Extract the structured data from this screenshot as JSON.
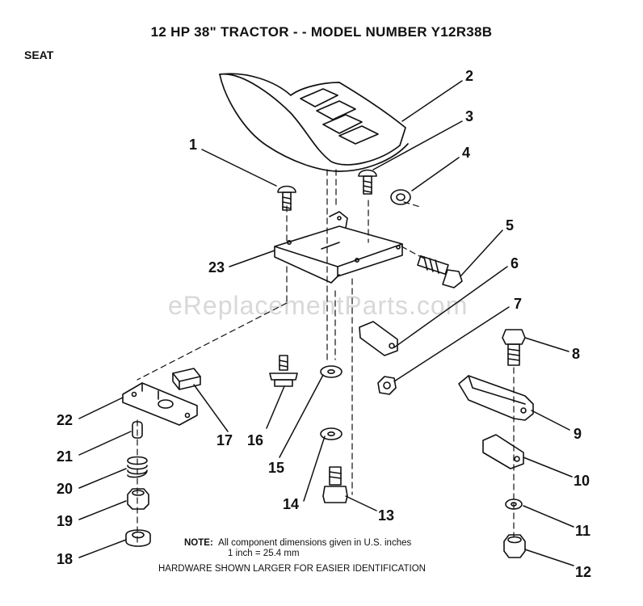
{
  "header": {
    "title": "12 HP 38\" TRACTOR - - MODEL NUMBER Y12R38B",
    "section": "SEAT"
  },
  "watermark": "eReplacementParts.com",
  "callouts": [
    "1",
    "2",
    "3",
    "4",
    "5",
    "6",
    "7",
    "8",
    "9",
    "10",
    "11",
    "12",
    "13",
    "14",
    "15",
    "16",
    "17",
    "18",
    "19",
    "20",
    "21",
    "22",
    "23"
  ],
  "note": {
    "label": "NOTE:",
    "line1": "All component dimensions given in U.S. inches",
    "line2": "1 inch = 25.4 mm",
    "line3": "HARDWARE SHOWN LARGER FOR EASIER IDENTIFICATION"
  }
}
